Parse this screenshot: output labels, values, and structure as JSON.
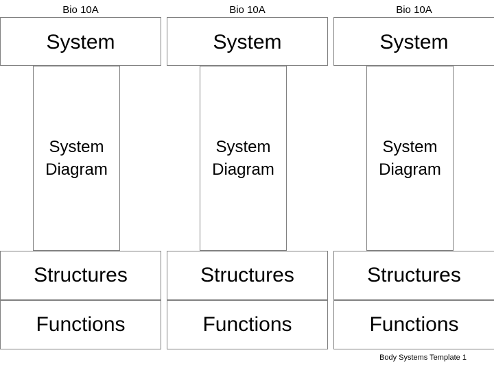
{
  "columns": [
    {
      "header": "Bio 10A",
      "system": "System",
      "diagram_line1": "System",
      "diagram_line2": "Diagram",
      "structures": "Structures",
      "functions": "Functions"
    },
    {
      "header": "Bio 10A",
      "system": "System",
      "diagram_line1": "System",
      "diagram_line2": "Diagram",
      "structures": "Structures",
      "functions": "Functions"
    },
    {
      "header": "Bio 10A",
      "system": "System",
      "diagram_line1": "System",
      "diagram_line2": "Diagram",
      "structures": "Structures",
      "functions": "Functions"
    }
  ],
  "footer": "Body Systems Template 1"
}
